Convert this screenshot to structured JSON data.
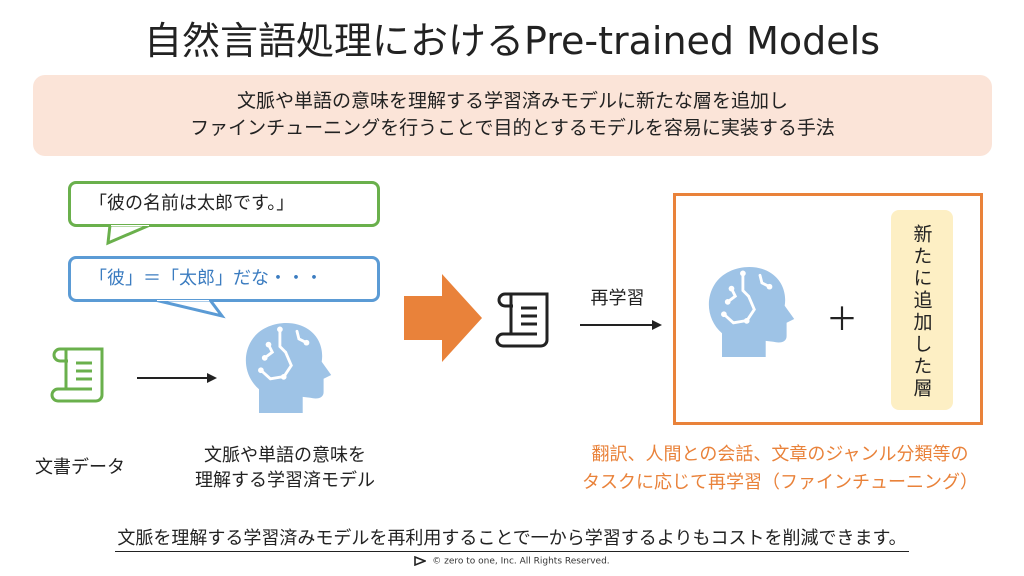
{
  "title": "自然言語処理におけるPre-trained Models",
  "lead": {
    "line1": "文脈や単語の意味を理解する学習済みモデルに新たな層を追加し",
    "line2": "ファインチューニングを行うことで目的とするモデルを容易に実装する手法"
  },
  "bubbles": {
    "green": "「彼の名前は太郎です。」",
    "blue": "「彼」＝「太郎」だな・・・"
  },
  "labels": {
    "document": "文書データ",
    "model_line1": "文脈や単語の意味を",
    "model_line2": "理解する学習済モデル",
    "retrain": "再学習",
    "new_layer": "新たに追加した層",
    "plus": "＋"
  },
  "tasks": {
    "line1": "翻訳、人間との会話、文章のジャンル分類等の",
    "line2": "タスクに応じて再学習（ファインチューニング）"
  },
  "summary": "文脈を理解する学習済みモデルを再利用することで一から学習するよりもコストを削減できます。",
  "footer": "©  zero to one, Inc. All Rights Reserved.",
  "colors": {
    "orange": "#e9823a",
    "green": "#6ab04c",
    "blue": "#5b9bd5",
    "head": "#9ec3e6",
    "lead_bg": "#fbe4d8",
    "layer_bg": "#fdefc4"
  }
}
